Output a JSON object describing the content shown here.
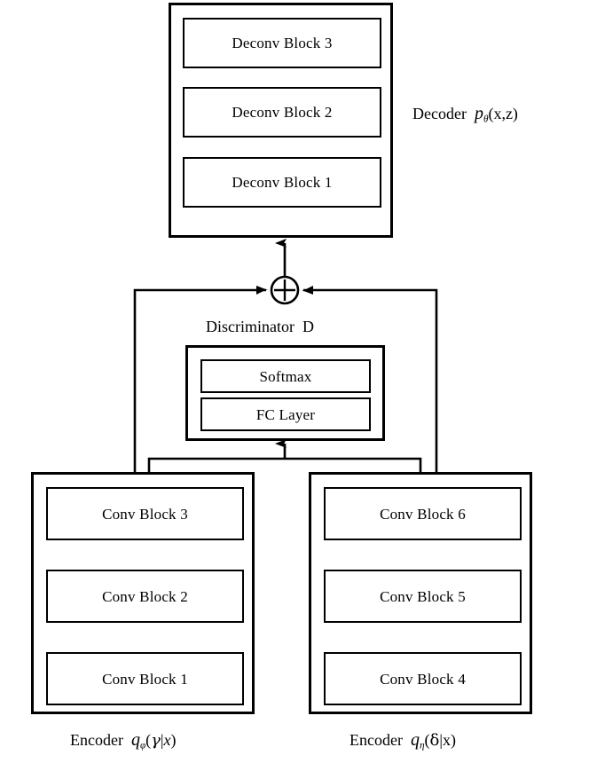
{
  "figure": {
    "type": "architecture-block-diagram",
    "background_color": "#ffffff",
    "stroke_color": "#000000"
  },
  "decoder": {
    "caption_prefix": "Decoder",
    "caption_symbol": "p",
    "caption_subscript": "θ",
    "caption_args": "(x,z)",
    "blocks": [
      {
        "label": "Deconv Block 3"
      },
      {
        "label": "Deconv Block 2"
      },
      {
        "label": "Deconv Block 1"
      }
    ]
  },
  "discriminator": {
    "caption": "Discriminator",
    "caption_symbol": "D",
    "blocks": [
      {
        "label": "Softmax"
      },
      {
        "label": "FC Layer"
      }
    ]
  },
  "encoder_left": {
    "caption_prefix": "Encoder",
    "caption_symbol": "q",
    "caption_subscript": "φ",
    "caption_args_open": "(",
    "caption_args_var": "γ",
    "caption_args_bar": "|",
    "caption_args_cond": "x",
    "caption_args_close": ")",
    "blocks": [
      {
        "label": "Conv Block 3"
      },
      {
        "label": "Conv Block 2"
      },
      {
        "label": "Conv Block 1"
      }
    ]
  },
  "encoder_right": {
    "caption_prefix": "Encoder",
    "caption_symbol": "q",
    "caption_subscript": "η",
    "caption_args_open": "(",
    "caption_args_var": "δ",
    "caption_args_bar": "|",
    "caption_args_cond": "x",
    "caption_args_close": ")",
    "blocks": [
      {
        "label": "Conv Block 6"
      },
      {
        "label": "Conv Block 5"
      },
      {
        "label": "Conv Block 4"
      }
    ]
  },
  "junction": {
    "operator": "plus",
    "symbol": "+"
  },
  "connections": [
    {
      "from": "sum-junction",
      "to": "decoder",
      "direction": "up"
    },
    {
      "from": "encoder-left",
      "to": "sum-junction",
      "direction": "right"
    },
    {
      "from": "encoder-right",
      "to": "sum-junction",
      "direction": "left"
    },
    {
      "from": "encoder-left",
      "to": "discriminator",
      "direction": "up"
    },
    {
      "from": "encoder-right",
      "to": "discriminator",
      "direction": "up"
    }
  ]
}
